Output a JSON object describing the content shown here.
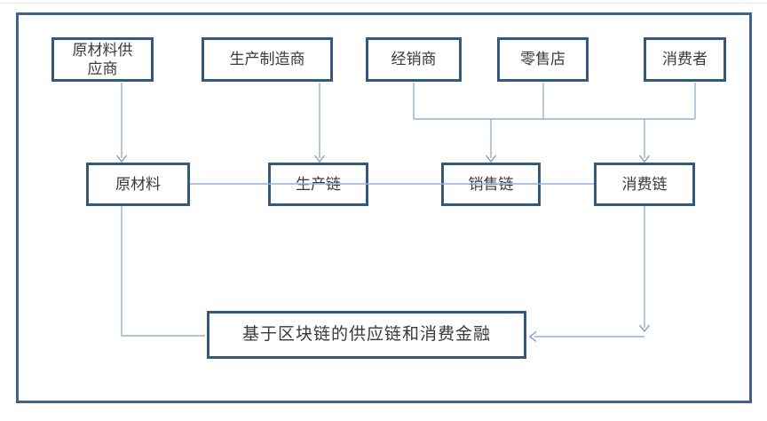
{
  "nodes": {
    "top": [
      {
        "id": "raw-material-supplier",
        "label": "原材料供\n应商"
      },
      {
        "id": "manufacturer",
        "label": "生产制造商"
      },
      {
        "id": "distributor",
        "label": "经销商"
      },
      {
        "id": "retail-store",
        "label": "零售店"
      },
      {
        "id": "consumer",
        "label": "消费者"
      }
    ],
    "middle": [
      {
        "id": "raw-material",
        "label": "原材料"
      },
      {
        "id": "production-chain",
        "label": "生产链"
      },
      {
        "id": "sales-chain",
        "label": "销售链"
      },
      {
        "id": "consumption-chain",
        "label": "消费链"
      }
    ],
    "bottom": {
      "id": "blockchain-finance",
      "label": "基于区块链的供应链和消费金融"
    }
  },
  "colors": {
    "frame_border": "#41608a",
    "node_border": "#35587e",
    "connector": "#93b1d6",
    "arrowhead": "#7b9dc9",
    "text": "#3a3a3a",
    "background": "#ffffff"
  }
}
